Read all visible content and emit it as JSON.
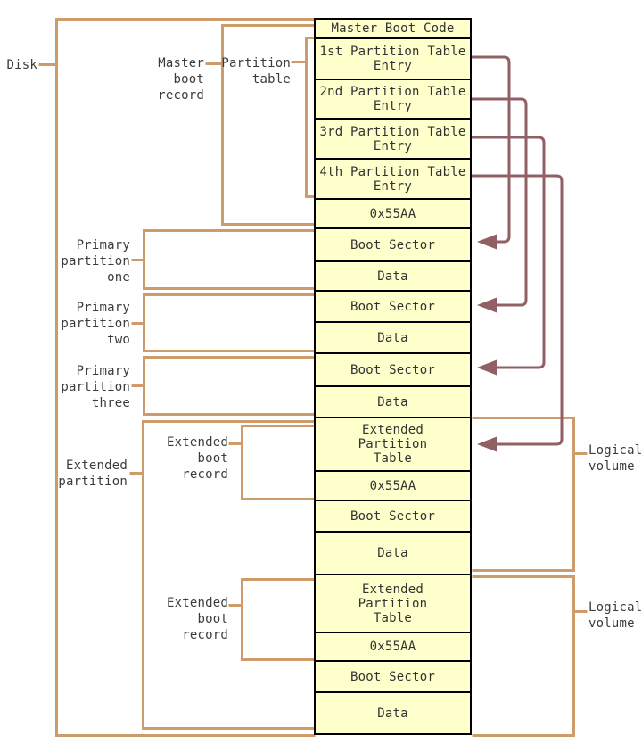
{
  "diagram_type": "mbr-disk-structure",
  "colors": {
    "box_fill": "#ffffcc",
    "box_border": "#000000",
    "bracket_line": "#ce9b6b",
    "arrow_line": "#916064",
    "text": "#3b3b3b",
    "background": "#ffffff"
  },
  "column": {
    "rows": [
      {
        "label": "Master Boot Code"
      },
      {
        "label": "1st Partition Table\nEntry"
      },
      {
        "label": "2nd Partition Table\nEntry"
      },
      {
        "label": "3rd Partition Table\nEntry"
      },
      {
        "label": "4th Partition Table\nEntry"
      },
      {
        "label": "0x55AA"
      },
      {
        "label": "Boot Sector"
      },
      {
        "label": "Data"
      },
      {
        "label": "Boot Sector"
      },
      {
        "label": "Data"
      },
      {
        "label": "Boot Sector"
      },
      {
        "label": "Data"
      },
      {
        "label": "Extended\nPartition\nTable"
      },
      {
        "label": "0x55AA"
      },
      {
        "label": "Boot Sector"
      },
      {
        "label": "Data"
      },
      {
        "label": "Extended\nPartition\nTable"
      },
      {
        "label": "0x55AA"
      },
      {
        "label": "Boot Sector"
      },
      {
        "label": "Data"
      }
    ]
  },
  "labels": {
    "disk": "Disk",
    "master_boot_record": "Master\nboot\nrecord",
    "partition_table": "Partition\ntable",
    "primary_partition_one": "Primary\npartition\none",
    "primary_partition_two": "Primary\npartition\ntwo",
    "primary_partition_three": "Primary\npartition\nthree",
    "extended_partition": "Extended\npartition",
    "extended_boot_record_1": "Extended\nboot\nrecord",
    "extended_boot_record_2": "Extended\nboot\nrecord",
    "logical_volume_1": "Logical\nvolume",
    "logical_volume_2": "Logical\nvolume"
  },
  "arrows": [
    {
      "from": "1st Partition Table Entry",
      "to": "Boot Sector (primary partition one)"
    },
    {
      "from": "2nd Partition Table Entry",
      "to": "Boot Sector (primary partition two)"
    },
    {
      "from": "3rd Partition Table Entry",
      "to": "Boot Sector (primary partition three)"
    },
    {
      "from": "4th Partition Table Entry",
      "to": "Extended Partition Table (first)"
    }
  ]
}
